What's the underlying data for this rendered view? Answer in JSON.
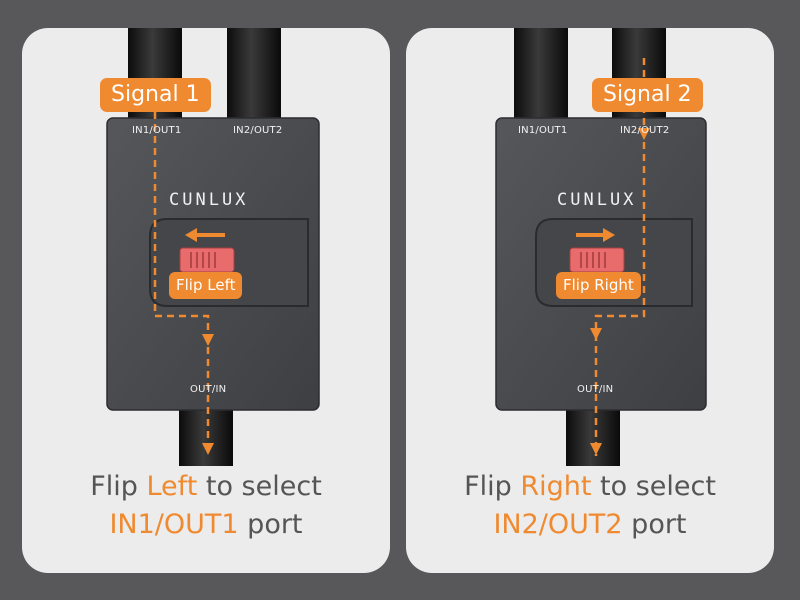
{
  "panels": [
    {
      "signal_label": "Signal 1",
      "port_in1": "IN1/OUT1",
      "port_in2": "IN2/OUT2",
      "brand": "CUNLUX",
      "flip_label": "Flip Left",
      "port_out": "OUT/IN",
      "caption_pre": "Flip ",
      "caption_hl1": "Left",
      "caption_mid": " to select",
      "caption_hl2": "IN1/OUT1",
      "caption_post": " port"
    },
    {
      "signal_label": "Signal 2",
      "port_in1": "IN1/OUT1",
      "port_in2": "IN2/OUT2",
      "brand": "CUNLUX",
      "flip_label": "Flip Right",
      "port_out": "OUT/IN",
      "caption_pre": "Flip ",
      "caption_hl1": "Right",
      "caption_mid": " to select",
      "caption_hl2": "IN2/OUT2",
      "caption_post": " port"
    }
  ],
  "colors": {
    "accent": "#ef8a30",
    "background": "#58585a",
    "panel": "#ececec",
    "device_body": "#4a4c50",
    "caption_text": "#555555"
  }
}
